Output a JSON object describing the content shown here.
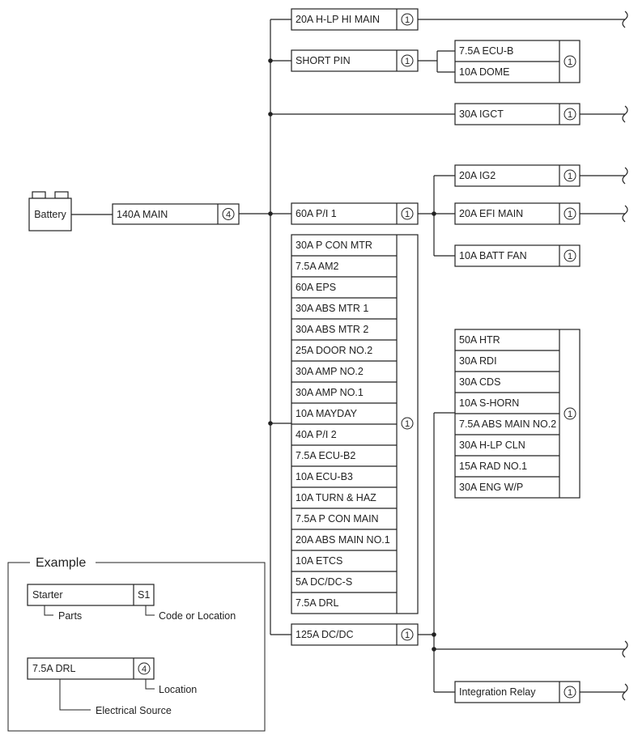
{
  "battery": {
    "label": "Battery"
  },
  "main_fuse": {
    "label": "140A MAIN",
    "location": "4"
  },
  "h_lp_hi_main": {
    "label": "20A H-LP HI MAIN",
    "location": "1"
  },
  "short_pin": {
    "label": "SHORT PIN",
    "location": "1"
  },
  "short_pin_group": {
    "items": [
      "7.5A ECU-B",
      "10A DOME"
    ],
    "location": "1"
  },
  "igct": {
    "label": "30A IGCT",
    "location": "1"
  },
  "p_i_1": {
    "label": "60A P/I 1",
    "location": "1"
  },
  "ig2": {
    "label": "20A IG2",
    "location": "1"
  },
  "efi_main": {
    "label": "20A EFI MAIN",
    "location": "1"
  },
  "batt_fan": {
    "label": "10A BATT FAN",
    "location": "1"
  },
  "big_group": {
    "items": [
      "30A P CON MTR",
      "7.5A AM2",
      "60A EPS",
      "30A ABS MTR 1",
      "30A ABS MTR 2",
      "25A DOOR NO.2",
      "30A AMP NO.2",
      "30A AMP NO.1",
      "10A MAYDAY",
      "40A P/I 2",
      "7.5A ECU-B2",
      "10A ECU-B3",
      "10A TURN & HAZ",
      "7.5A P CON MAIN",
      "20A ABS MAIN NO.1",
      "10A ETCS",
      "5A DC/DC-S",
      "7.5A DRL"
    ],
    "location": "1"
  },
  "right_group": {
    "items": [
      "50A HTR",
      "30A RDI",
      "30A CDS",
      "10A S-HORN",
      "7.5A ABS MAIN NO.2",
      "30A H-LP CLN",
      "15A RAD NO.1",
      "30A ENG W/P"
    ],
    "location": "1"
  },
  "dc_dc": {
    "label": "125A DC/DC",
    "location": "1"
  },
  "integration_relay": {
    "label": "Integration Relay",
    "location": "1"
  },
  "example": {
    "title": "Example",
    "part_label": "Starter",
    "part_code": "S1",
    "parts_caption": "Parts",
    "code_caption": "Code or Location",
    "source_label": "7.5A DRL",
    "source_location": "4",
    "location_caption": "Location",
    "source_caption": "Electrical Source"
  }
}
